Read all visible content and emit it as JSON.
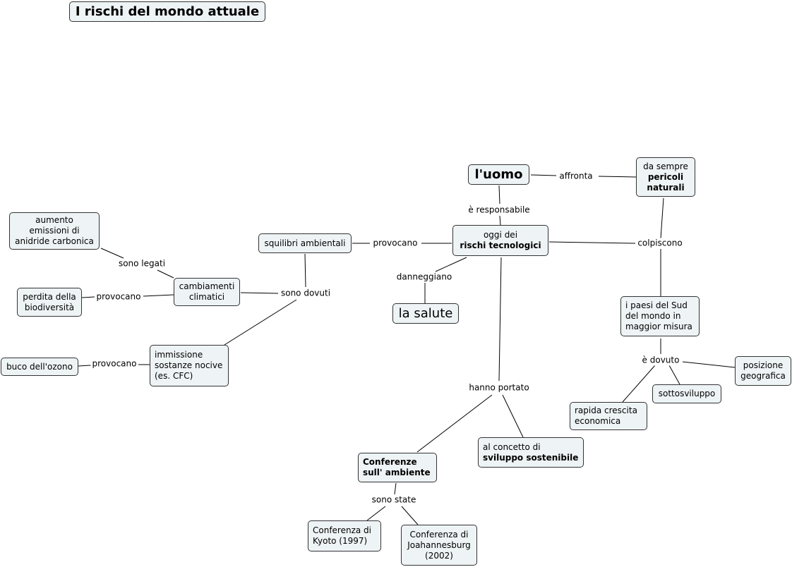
{
  "title": "I rischi del mondo attuale",
  "nodes": {
    "uomo": "l'uomo",
    "pericoli": {
      "line1": "da sempre",
      "line2": "pericoli",
      "line3": "naturali"
    },
    "rischi": {
      "line1": "oggi dei",
      "line2": "rischi tecnologici"
    },
    "squilibri": "squilibri ambientali",
    "salute": "la salute",
    "cambiamenti": {
      "line1": "cambiamenti",
      "line2": "climatici"
    },
    "aumento": {
      "line1": "aumento",
      "line2": "emissioni di",
      "line3": "anidride carbonica"
    },
    "biodiversita": {
      "line1": "perdita della",
      "line2": "biodiversità"
    },
    "immissione": {
      "line1": "immissione",
      "line2": "sostanze nocive",
      "line3": "(es. CFC)"
    },
    "ozono": "buco dell'ozono",
    "paesi": {
      "line1": "i paesi del Sud",
      "line2": "del mondo in",
      "line3": "maggior misura"
    },
    "posizione": {
      "line1": "posizione",
      "line2": "geografica"
    },
    "sottosviluppo": "sottosviluppo",
    "crescita": {
      "line1": "rapida crescita",
      "line2": "economica"
    },
    "sviluppo": {
      "line1": "al concetto di",
      "line2": "sviluppo sostenibile"
    },
    "conferenze": {
      "line1": "Conferenze",
      "line2": "sull' ambiente"
    },
    "kyoto": {
      "line1": "Conferenza di",
      "line2": "Kyoto (1997)"
    },
    "joahannesburg": {
      "line1": "Conferenza di",
      "line2": "Joahannesburg",
      "line3": "(2002)"
    }
  },
  "links": {
    "affronta": "affronta",
    "responsabile": "è responsabile",
    "colpiscono": "colpiscono",
    "provocano_squilibri": "provocano",
    "danneggiano": "danneggiano",
    "sono_dovuti": "sono dovuti",
    "sono_legati": "sono legati",
    "provocano_biodiversita": "provocano",
    "provocano_ozono": "provocano",
    "e_dovuto": "è dovuto",
    "hanno_portato": "hanno portato",
    "sono_state": "sono state"
  }
}
